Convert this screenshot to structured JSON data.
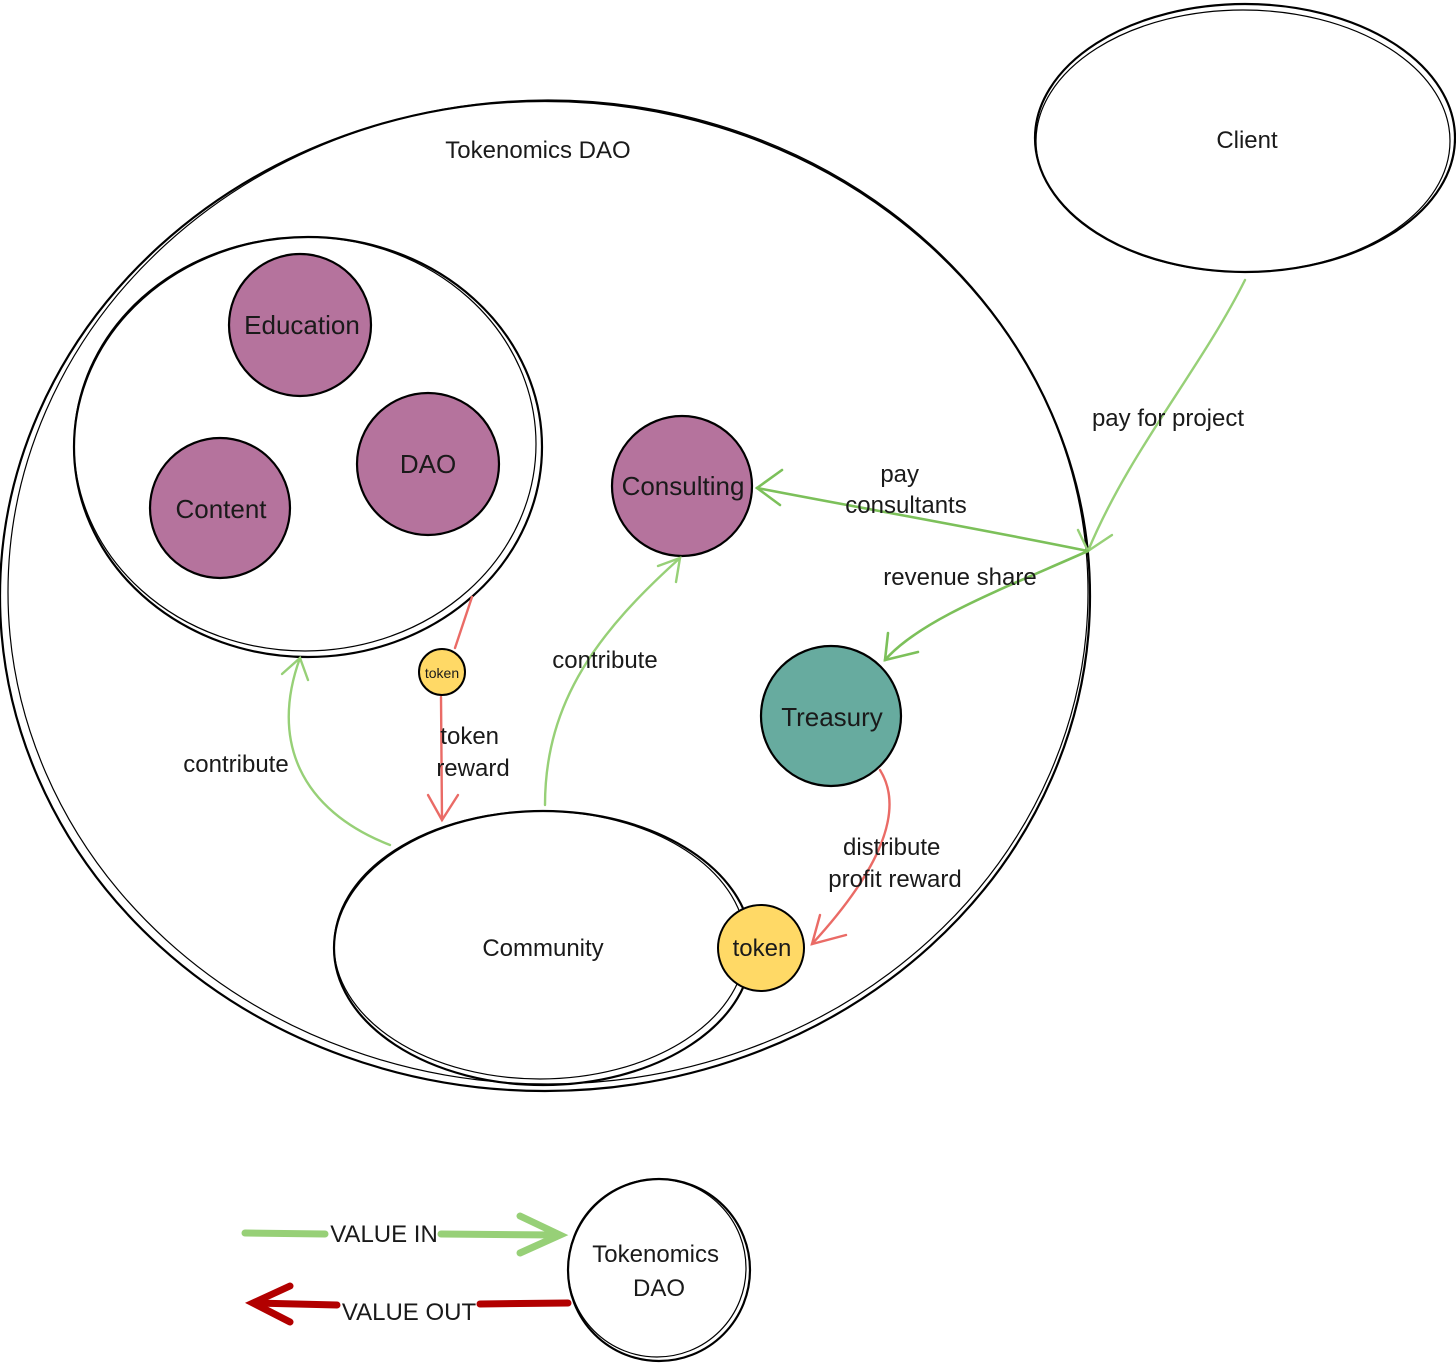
{
  "diagram": {
    "dao_title": "Tokenomics DAO",
    "client": "Client",
    "nodes": {
      "education": "Education",
      "dao": "DAO",
      "content": "Content",
      "consulting": "Consulting",
      "treasury": "Treasury",
      "community": "Community",
      "token_small": "token",
      "token_large": "token"
    },
    "edges": {
      "pay_for_project": "pay for project",
      "pay_consultants": [
        "pay",
        "consultants"
      ],
      "revenue_share": "revenue share",
      "contribute_consulting": "contribute",
      "contribute_group": "contribute",
      "token_reward": [
        "token",
        "reward"
      ],
      "distribute_profit_reward": [
        "distribute",
        "profit reward"
      ]
    },
    "legend": {
      "value_in": "VALUE IN",
      "value_out": "VALUE OUT",
      "entity": [
        "Tokenomics",
        "DAO"
      ]
    },
    "colors": {
      "service_node": "#b5739d",
      "treasury_node": "#67ab9f",
      "token_node": "#ffd966",
      "value_in": "#97d077",
      "value_out_arrow": "#ea6b66",
      "legend_value_out": "#b20000"
    }
  }
}
